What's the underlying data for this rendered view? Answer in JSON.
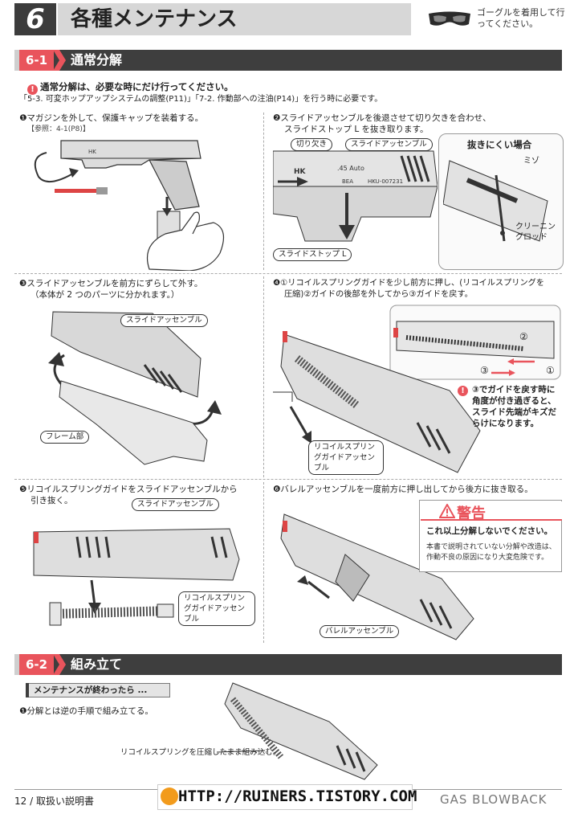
{
  "header": {
    "chapter_number": "6",
    "chapter_title": "各種メンテナンス",
    "goggle_notice": "ゴーグルを着用して行ってください。"
  },
  "section1": {
    "number": "6-1",
    "title": "通常分解",
    "caution_mark": "!",
    "caution_title": "通常分解は、必要な時にだけ行ってください。",
    "caution_note": "「5-3. 可変ホップアップシステムの調整(P11)」「7-2. 作動部への注油(P14)」を行う時に必要です。"
  },
  "step1": {
    "number": "❶",
    "text": "マガジンを外して、保護キャップを装着する。",
    "reference": "【参照：4-1(P8)】"
  },
  "step2": {
    "number": "❷",
    "text_line1": "スライドアッセンブルを後退させて切り欠きを合わせ、",
    "text_line2": "スライドストップ L を抜き取ります。",
    "label_notch": "切り欠き",
    "label_slide": "スライドアッセンブル",
    "label_slide_stop": "スライドストップ L",
    "inset_title": "抜きにくい場合",
    "inset_groove": "ミゾ",
    "inset_rod": "クリーニングロッド",
    "gun_mark_a": "HK",
    "gun_mark_b": ".45 Auto",
    "gun_mark_c": "BEA",
    "gun_serial": "HKU-007231"
  },
  "step3": {
    "number": "❸",
    "text_line1": "スライドアッセンブルを前方にずらして外す。",
    "text_line2": "（本体が 2 つのパーツに分かれます。）",
    "label_slide": "スライドアッセンブル",
    "label_frame": "フレーム部"
  },
  "step4": {
    "number": "❹",
    "text_line1": "①リコイルスプリングガイドを少し前方に押し、(リコイルスプリングを",
    "text_line2": "圧縮)②ガイドの後部を外してから③ガイドを戻す。",
    "label_guide": "リコイルスプリングガイドアッセンブル",
    "callout_1": "①",
    "callout_2": "②",
    "callout_3": "③",
    "caution_line1": "③でガイドを戻す時に",
    "caution_line2": "角度が付き過ぎると、",
    "caution_line3": "スライド先端がキズだ",
    "caution_line4": "らけになります。"
  },
  "step5": {
    "number": "❺",
    "text_line1": "リコイルスプリングガイドをスライドアッセンブルから",
    "text_line2": "引き抜く。",
    "label_slide": "スライドアッセンブル",
    "label_guide": "リコイルスプリングガイドアッセンブル"
  },
  "step6": {
    "number": "❻",
    "text": "バレルアッセンブルを一度前方に押し出してから後方に抜き取る。",
    "label_barrel": "バレルアッセンブル"
  },
  "warning": {
    "title": "警告",
    "subtitle": "これ以上分解しないでください。",
    "body": "本書で説明されていない分解や改造は、作動不良の原因になり大変危険です。"
  },
  "section2": {
    "number": "6-2",
    "title": "組み立て",
    "subheading": "メンテナンスが終わったら ...",
    "step1_number": "❶",
    "step1_text": "分解とは逆の手順で組み立てる。",
    "callout": "リコイルスプリングを圧縮したまま組み込む。"
  },
  "footer": {
    "page": "12 / 取扱い説明書",
    "brand": "GAS BLOWBACK",
    "watermark": "HTTP://RUINERS.TISTORY.COM"
  },
  "colors": {
    "accent": "#e9545c",
    "dark_bar": "#3e3e3e",
    "light_bar": "#d7d7d7"
  }
}
